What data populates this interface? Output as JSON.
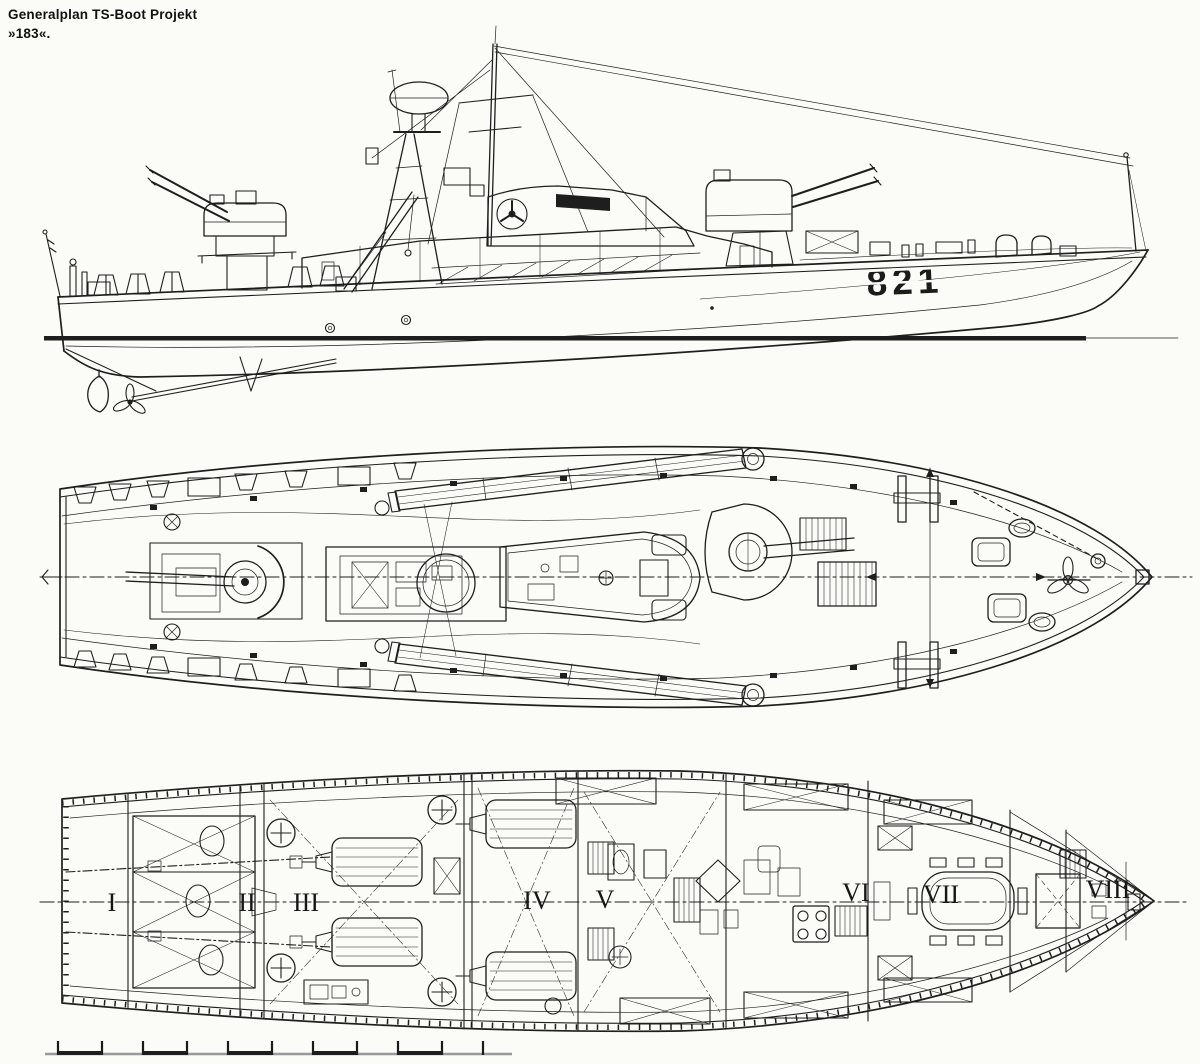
{
  "colors": {
    "ink": "#1e1e1e",
    "paper": "#fbfbf8",
    "scale_gray": "#9a9a9a"
  },
  "title": {
    "line1": "Generalplan TS-Boot Projekt",
    "line2": "»183«."
  },
  "side_view": {
    "hull_number": "821"
  },
  "hold_plan": {
    "compartments": [
      "I",
      "II",
      "III",
      "IV",
      "V",
      "VI",
      "VII",
      "VIII"
    ]
  }
}
